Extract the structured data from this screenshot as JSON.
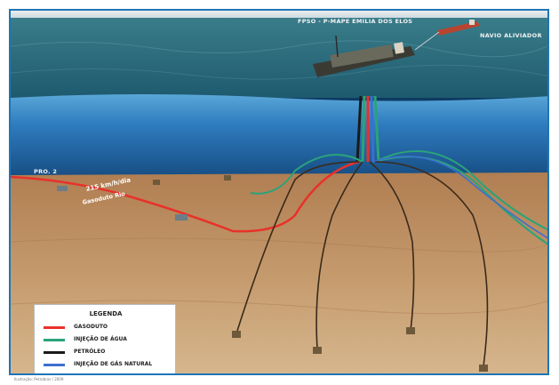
{
  "labels": {
    "fpso": "FPSO - P-MAPE EMILIA DOS ELOS",
    "tanker": "NAVIO ALIVIADOR",
    "gas_export": "PRO. 2",
    "duct": "215 km/h/dia",
    "duct_sub": "Gasoduto Rio"
  },
  "legend": {
    "title": "LEGENDA",
    "items": [
      {
        "label": "GASODUTO",
        "color": "#e8312a"
      },
      {
        "label": "INJEÇÃO DE ÁGUA",
        "color": "#2aa37a"
      },
      {
        "label": "PETRÓLEO",
        "color": "#1a1a1a"
      },
      {
        "label": "INJEÇÃO DE GÁS NATURAL",
        "color": "#3c6fd1"
      }
    ]
  },
  "credit": "Ilustração: Petrobras / 2009",
  "colors": {
    "frame_border": "#1f74b6",
    "sea_surface": "#2f6f80",
    "water": "#1c5f96",
    "seabed": "#b98a5a",
    "gas_line": "#e8312a",
    "water_line": "#2aa37a",
    "oil_line": "#1a1a1a",
    "gas_inj_line": "#3c6fd1"
  }
}
